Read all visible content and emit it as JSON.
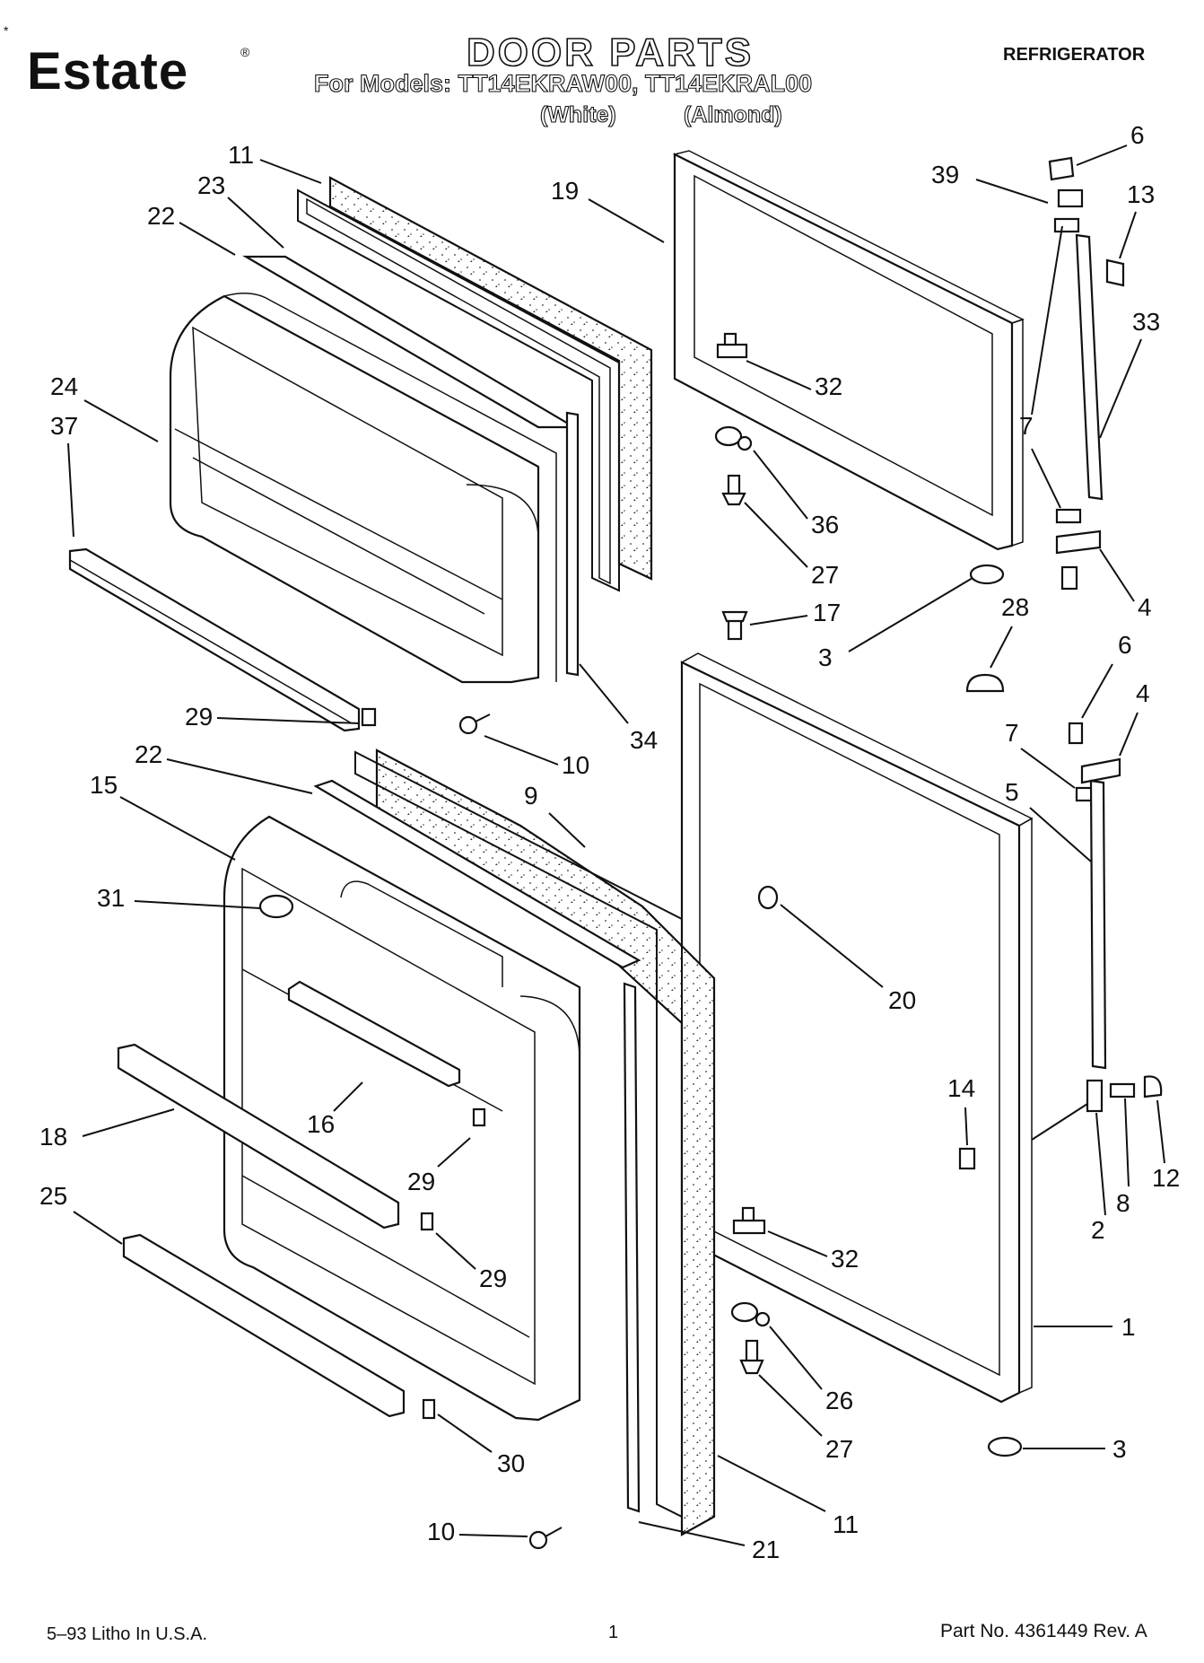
{
  "header": {
    "brand": "Estate",
    "brand_mark": "®",
    "asterisk": "*",
    "title": "DOOR PARTS",
    "models_line": "For Models: TT14EKRAW00, TT14EKRAL00",
    "color_white": "(White)",
    "color_almond": "(Almond)",
    "category": "REFRIGERATOR"
  },
  "footer": {
    "litho": "5–93 Litho In U.S.A.",
    "page_number": "1",
    "part_number": "Part No. 4361449 Rev. A"
  },
  "callouts": [
    "11",
    "23",
    "22",
    "24",
    "37",
    "19",
    "39",
    "6",
    "13",
    "33",
    "32",
    "7",
    "36",
    "27",
    "4",
    "28",
    "3",
    "17",
    "29",
    "10",
    "34",
    "6",
    "4",
    "7",
    "5",
    "22",
    "15",
    "9",
    "31",
    "20",
    "18",
    "16",
    "14",
    "29",
    "25",
    "29",
    "12",
    "8",
    "2",
    "32",
    "26",
    "27",
    "1",
    "3",
    "30",
    "11",
    "10",
    "21"
  ]
}
